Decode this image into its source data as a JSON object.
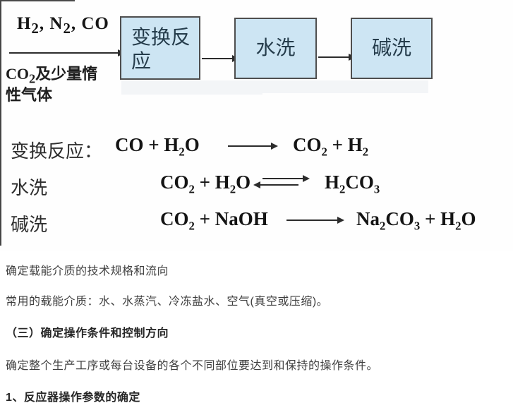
{
  "figure": {
    "feed_top": "H~2~, N~2~, CO",
    "feed_bottom": "CO~2~及少量惰\n性气体",
    "boxes": [
      {
        "label": "变换反\n应"
      },
      {
        "label": "水洗"
      },
      {
        "label": "碱洗"
      }
    ],
    "box_fill": "#cde5f3",
    "box_border": "#4e4e4e",
    "arrow_color": "#2c2c2c"
  },
  "equations": [
    {
      "label": "变换反应：",
      "lhs": "CO + H~2~O",
      "arrow": "right",
      "rhs": "CO~2~ + H~2~"
    },
    {
      "label": "水洗",
      "lhs": "CO~2~ + H~2~O",
      "arrow": "equilibrium",
      "rhs": "H~2~CO~3~"
    },
    {
      "label": "碱洗",
      "lhs": "CO~2~ + NaOH",
      "arrow": "right",
      "rhs": "Na~2~CO~3~ + H~2~O"
    }
  ],
  "body": {
    "p1": "确定载能介质的技术规格和流向",
    "p2": "常用的载能介质：水、水蒸汽、冷冻盐水、空气(真空或压缩)。",
    "h3": "（三）确定操作条件和控制方向",
    "p3": "确定整个生产工序或每台设备的各个不同部位要达到和保持的操作条件。",
    "h4": "1、反应器操作参数的确定"
  }
}
